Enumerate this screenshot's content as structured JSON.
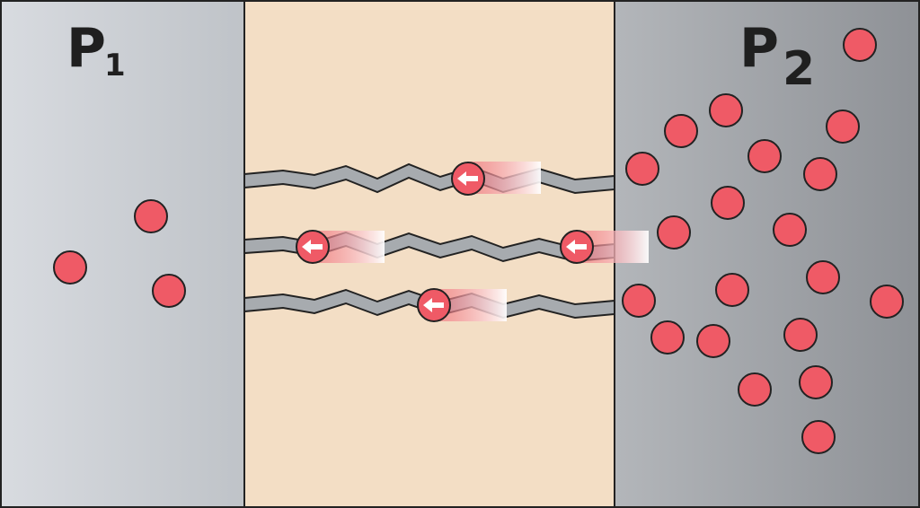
{
  "labels": {
    "left_pressure_main": "P",
    "left_pressure_sub": "1",
    "right_pressure_main": "P",
    "right_pressure_sub": "2"
  },
  "colors": {
    "left_region": "#d1d4d8",
    "membrane": "#f3dec5",
    "right_region": "#9b9da2",
    "outline": "#222222",
    "particle": "#ef5a66",
    "arrow": "#ffffff",
    "channel": "#a7abaf"
  },
  "icons": {
    "particle": "circle",
    "arrow": "arrow-left-icon"
  }
}
